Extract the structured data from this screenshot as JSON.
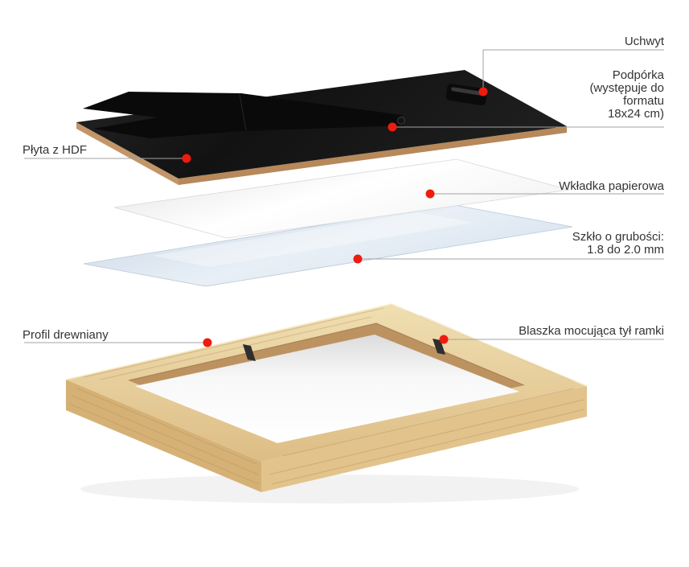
{
  "labels": {
    "uchwyt": "Uchwyt",
    "podporka": {
      "l1": "Podpórka",
      "l2": "(występuje do",
      "l3": "formatu",
      "l4": "18x24 cm)"
    },
    "plyta": "Płyta z HDF",
    "wkladka": "Wkładka papierowa",
    "szklo": {
      "l1": "Szkło o grubości:",
      "l2": "1.8 do 2.0 mm"
    },
    "profil": "Profil drewniany",
    "blaszka": "Blaszka mocująca tył ramki"
  },
  "colors": {
    "dot": "#ed1c0c",
    "connector_line": "#a3a3a3",
    "label_text": "#333333",
    "hdf_board": "#1a1a1a",
    "hdf_edge": "#c29668",
    "kickstand": "#0a0a0a",
    "paper": "#ffffff",
    "glass": "#dde7f1",
    "wood_light": "#ecd7a8",
    "wood_mid": "#ddbc82",
    "wood_dark": "#bc9360",
    "clip_metal": "#2e2e2e"
  }
}
